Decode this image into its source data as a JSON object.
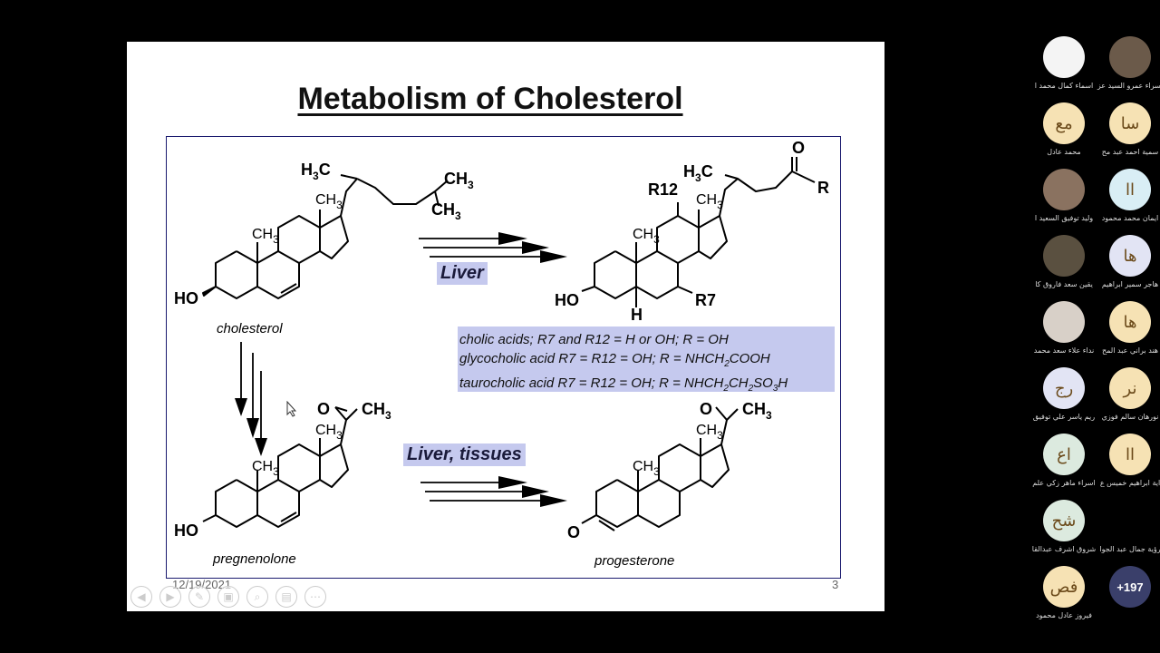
{
  "slide": {
    "title": "Metabolism of Cholesterol",
    "date": "12/19/2021",
    "page_number": "3",
    "structures": {
      "cholesterol": {
        "caption": "cholesterol",
        "h3c": "H",
        "h3c_sub": "3",
        "h3c_end": "C",
        "ch3_a": "CH",
        "ch3_a_sub": "3",
        "ch3_b": "CH",
        "ch3_b_sub": "3",
        "ch3_c": "CH",
        "ch3_c_sub": "3",
        "ch3_d": "CH",
        "ch3_d_sub": "3",
        "ho": "HO"
      },
      "bile_acid": {
        "o": "O",
        "r": "R",
        "r12": "R12",
        "r7": "R7",
        "h3c": "H",
        "h3c_sub": "3",
        "h3c_end": "C",
        "ch3_a": "CH",
        "ch3_a_sub": "3",
        "ch3_b": "CH",
        "ch3_b_sub": "3",
        "ho": "HO",
        "h": "H"
      },
      "pregnenolone": {
        "caption": "pregnenolone",
        "o": "O",
        "ch3_acetyl": "CH",
        "ch3_acetyl_sub": "3",
        "ch3_a": "CH",
        "ch3_a_sub": "3",
        "ch3_b": "CH",
        "ch3_b_sub": "3",
        "ho": "HO"
      },
      "progesterone": {
        "caption": "progesterone",
        "o_top": "O",
        "ch3_acetyl": "CH",
        "ch3_acetyl_sub": "3",
        "ch3_a": "CH",
        "ch3_a_sub": "3",
        "ch3_b": "CH",
        "ch3_b_sub": "3",
        "o_bottom": "O"
      }
    },
    "arrow_labels": {
      "liver": "Liver",
      "liver_tissues": "Liver, tissues"
    },
    "notes": {
      "line1": "cholic acids; R7 and R12 = H or OH; R = OH",
      "line2_a": "glycocholic acid R7 = R12 = OH; R = NHCH",
      "line2_sub": "2",
      "line2_b": "COOH",
      "line3_a": "taurocholic acid R7 = R12 = OH; R = NHCH",
      "line3_sub1": "2",
      "line3_b": "CH",
      "line3_sub2": "2",
      "line3_c": "SO",
      "line3_sub3": "3",
      "line3_d": "H"
    }
  },
  "participants": [
    {
      "name": "اسماء كمال محمد ا",
      "initials": "",
      "avatar_color": "#f4f4f4"
    },
    {
      "name": "اسراء عمرو السيد عز",
      "initials": "",
      "avatar_color": "#6b5a4a"
    },
    {
      "name": "محمد عادل",
      "initials": "مع",
      "avatar_color": "#f6e2b4"
    },
    {
      "name": "سمية احمد عبد مح",
      "initials": "سا",
      "avatar_color": "#f6e2b4"
    },
    {
      "name": "وليد توفيق السعيد ا",
      "initials": "",
      "avatar_color": "#8a7260"
    },
    {
      "name": "ايمان محمد محمود",
      "initials": "اا",
      "avatar_color": "#d9eef5"
    },
    {
      "name": "يقين سعد فاروق كا",
      "initials": "",
      "avatar_color": "#5a5040"
    },
    {
      "name": "هاجر سمير ابراهيم",
      "initials": "ها",
      "avatar_color": "#e2e4f4"
    },
    {
      "name": "نداء علاء سعد محمد",
      "initials": "",
      "avatar_color": "#d8d0c8"
    },
    {
      "name": "هند براني عبد المح",
      "initials": "ها",
      "avatar_color": "#f6e2b4"
    },
    {
      "name": "ريم ياسر علي توفيق",
      "initials": "رج",
      "avatar_color": "#e2e4f4"
    },
    {
      "name": "نورهان سالم فوزي",
      "initials": "نر",
      "avatar_color": "#f6e2b4"
    },
    {
      "name": "اسراء ماهر زكي علم",
      "initials": "اع",
      "avatar_color": "#dceadf"
    },
    {
      "name": "اية ابراهيم خميس ع",
      "initials": "اا",
      "avatar_color": "#f6e2b4"
    },
    {
      "name": "شروق اشرف عبدالقا",
      "initials": "شح",
      "avatar_color": "#dceadf"
    },
    {
      "name": "رؤية جمال عبد الجوا",
      "initials": "",
      "avatar_color": ""
    },
    {
      "name": "فيروز عادل محمود",
      "initials": "فص",
      "avatar_color": "#f6e2b4"
    },
    {
      "name": "",
      "initials": "+197",
      "avatar_color": "#3a3f6a"
    }
  ]
}
